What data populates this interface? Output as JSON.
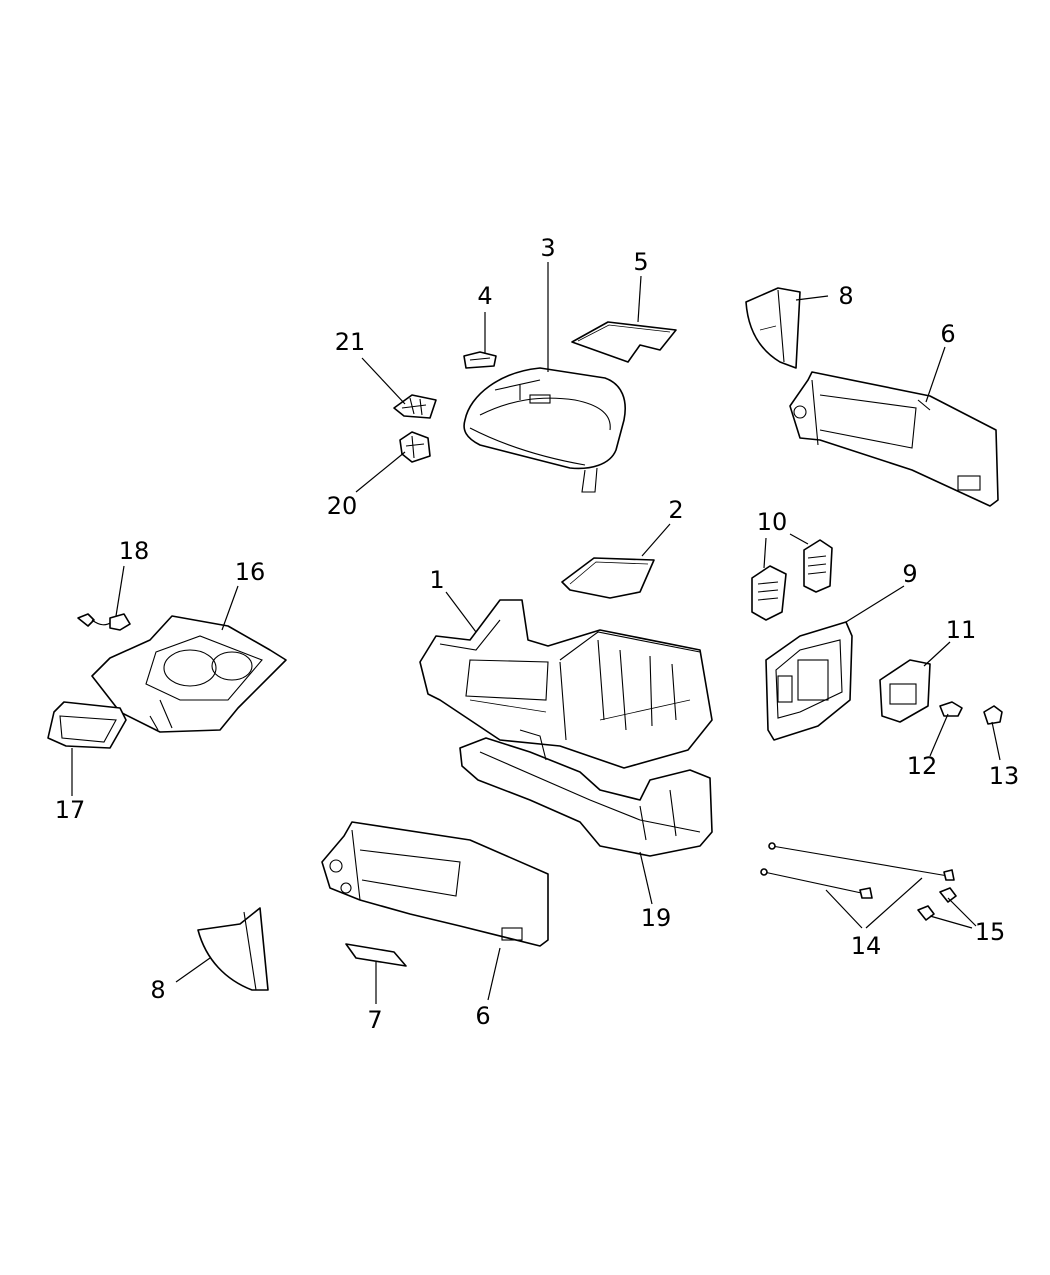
{
  "diagram": {
    "callouts": {
      "c1": "1",
      "c2": "2",
      "c3": "3",
      "c4": "4",
      "c5": "5",
      "c6a": "6",
      "c6b": "6",
      "c7": "7",
      "c8a": "8",
      "c8b": "8",
      "c9": "9",
      "c10": "10",
      "c11": "11",
      "c12": "12",
      "c13": "13",
      "c14": "14",
      "c15": "15",
      "c16": "16",
      "c17": "17",
      "c18": "18",
      "c19": "19",
      "c20": "20",
      "c21": "21"
    }
  }
}
